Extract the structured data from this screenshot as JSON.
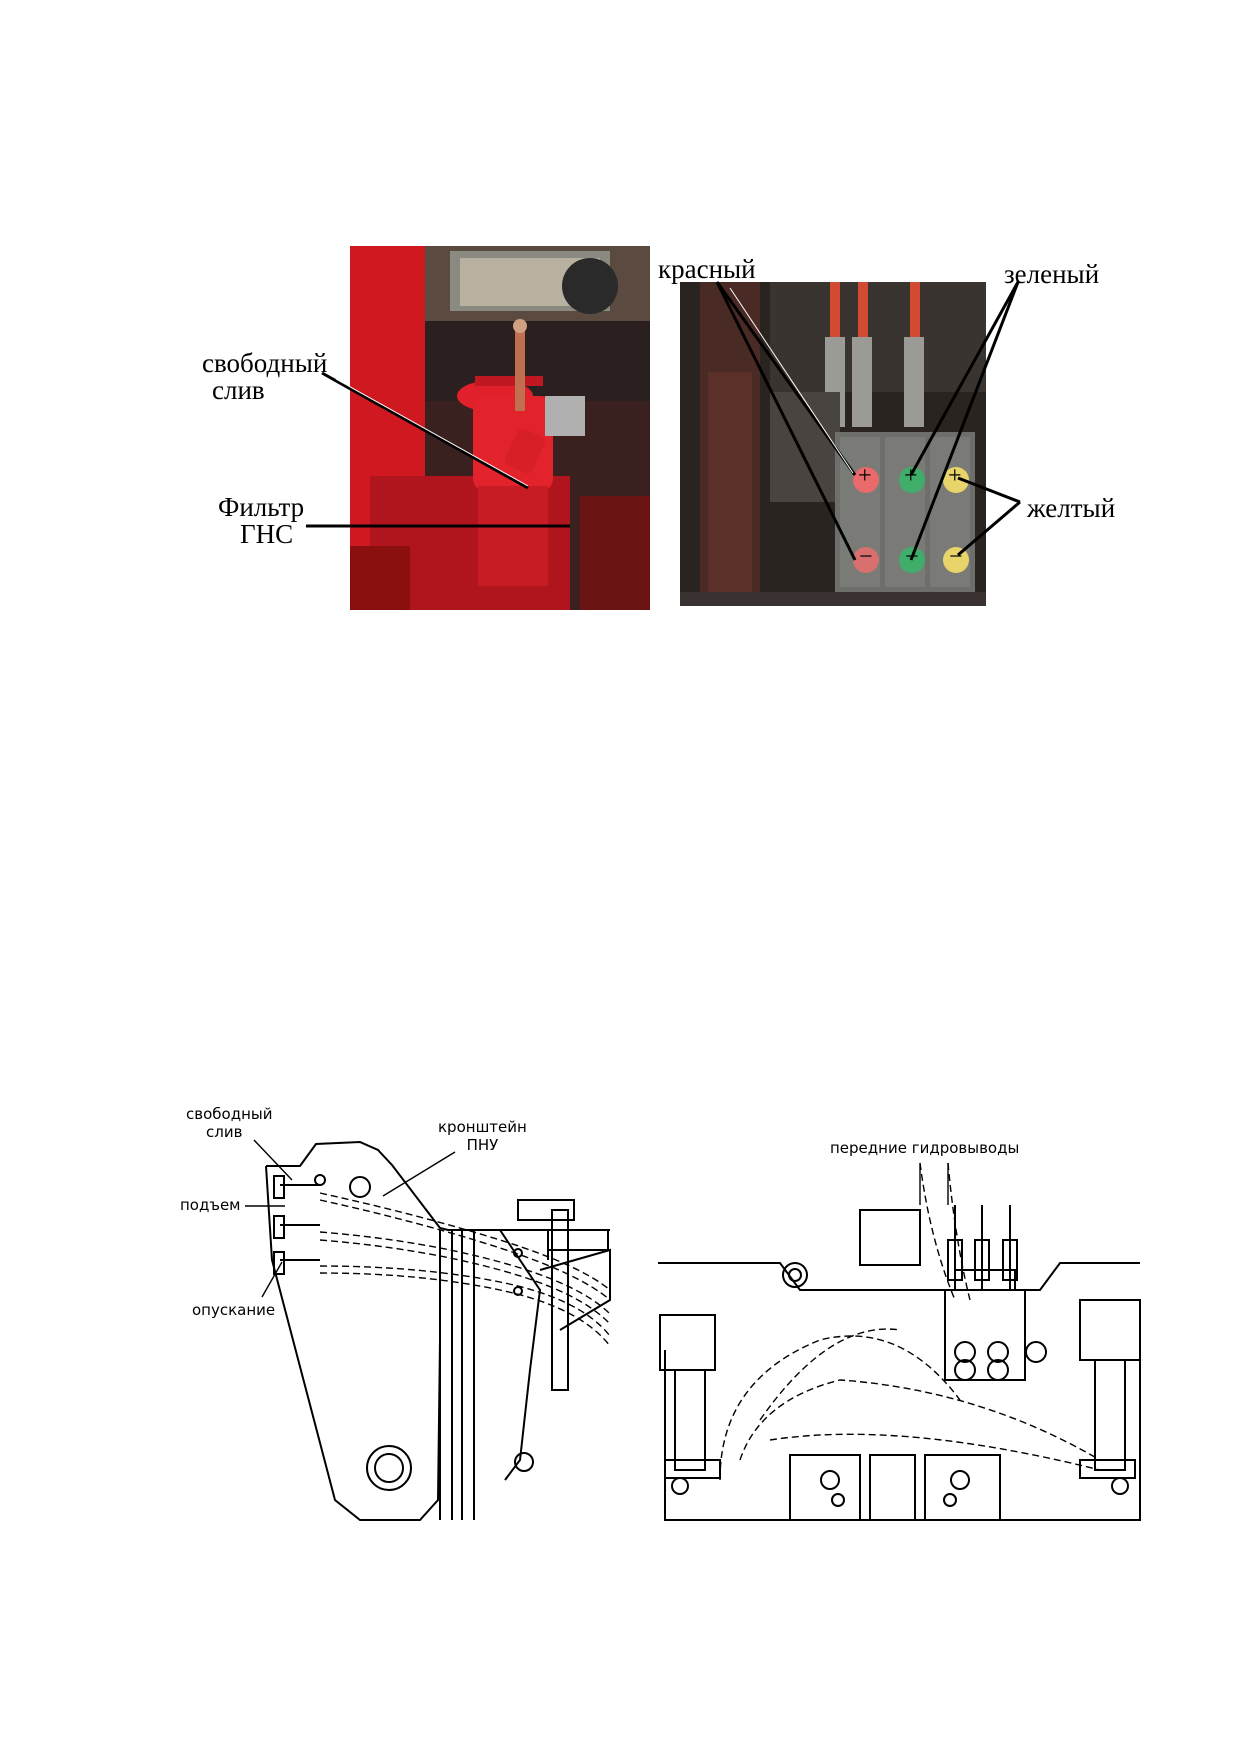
{
  "photo_labels": {
    "svobodny_sliv": [
      "свободный",
      "слив"
    ],
    "filter_gns": [
      "Фильтр",
      "ГНС"
    ],
    "krasny": "красный",
    "zeleny": "зеленый",
    "zheltiy": "желтый"
  },
  "coupler_symbols": {
    "plus": "+",
    "minus": "−"
  },
  "drawing_labels": {
    "svobodny_sliv": [
      "свободный",
      "слив"
    ],
    "podem": "подъем",
    "opuskanie": "опускание",
    "kronshtein": [
      "кронштейн",
      "ПНУ"
    ],
    "perednie": "передние гидровыводы"
  },
  "colors": {
    "red": "#d8222a",
    "green": "#3fae6b",
    "yellow": "#e8d46a",
    "line": "#000000"
  }
}
